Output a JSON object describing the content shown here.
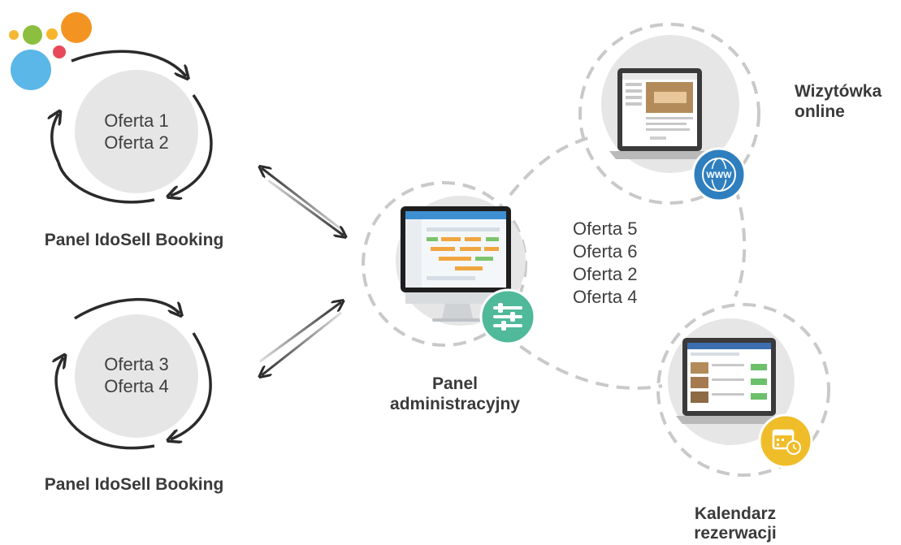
{
  "logo": {
    "dots": [
      {
        "color": "#f4b934"
      },
      {
        "color": "#8cbf3f"
      },
      {
        "color": "#f7b52b"
      },
      {
        "color": "#f39422"
      },
      {
        "color": "#e8495a"
      },
      {
        "color": "#5ab7e7"
      }
    ]
  },
  "panels": [
    {
      "offers": [
        "Oferta 1",
        "Oferta 2"
      ],
      "label": "Panel IdoSell Booking"
    },
    {
      "offers": [
        "Oferta 3",
        "Oferta 4"
      ],
      "label": "Panel IdoSell Booking"
    }
  ],
  "admin": {
    "label_line1": "Panel",
    "label_line2": "administracyjny",
    "badge_icon": "sliders-icon",
    "badge_color": "#4fb99a"
  },
  "combined_offers": [
    "Oferta 5",
    "Oferta 6",
    "Oferta 2",
    "Oferta 4"
  ],
  "website": {
    "label_line1": "Wizytówka",
    "label_line2": "online",
    "badge_icon": "www-globe-icon",
    "badge_color": "#2f7fbf",
    "badge_text": "WWW"
  },
  "calendar": {
    "label_line1": "Kalendarz",
    "label_line2": "rezerwacji",
    "badge_icon": "calendar-clock-icon",
    "badge_color": "#f0bd2a"
  },
  "colors": {
    "circle_fill": "#e6e6e6",
    "arrow": "#2b2b2b",
    "dash": "#c9c9c9",
    "text": "#3a3a3a"
  }
}
